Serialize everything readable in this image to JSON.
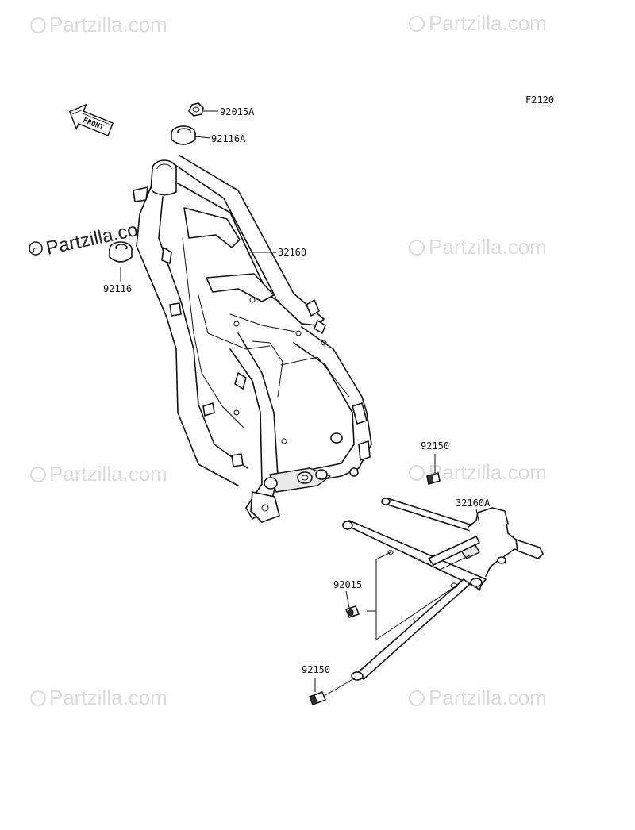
{
  "diagram": {
    "ref_code": "F2120",
    "front_label": "FRONT",
    "watermark": "Partzilla.com",
    "callouts": {
      "nut_92015A": "92015A",
      "bearing_92116A": "92116A",
      "frame_32160": "32160",
      "bearing_92116": "92116",
      "bolt_92150_upper": "92150",
      "subframe_32160A": "32160A",
      "collar_92015": "92015",
      "bolt_92150_lower": "92150"
    }
  }
}
